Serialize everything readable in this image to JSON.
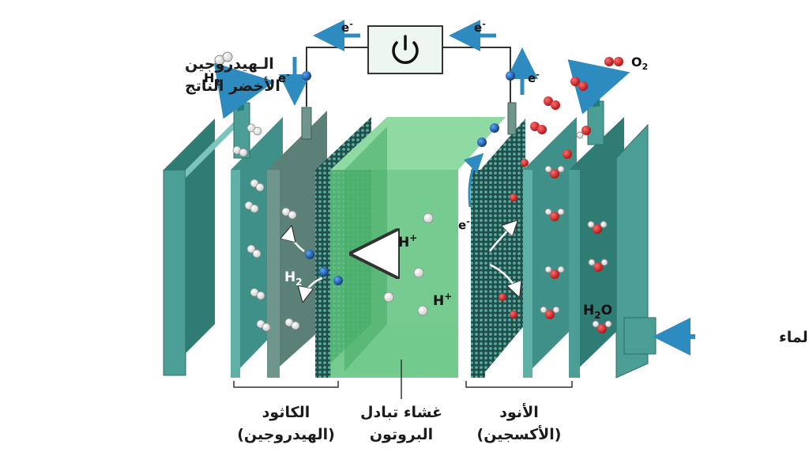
{
  "labels": {
    "product_line1": "الـهيدروجين",
    "product_line2": "الأخضر الناتج",
    "cathode_line1": "الكاثود",
    "cathode_line2": "(الهيدروجين)",
    "membrane_line1": "غشاء تبادل",
    "membrane_line2": "البروتون",
    "anode_line1": "الأنود",
    "anode_line2": "(الأكسجين)",
    "water_inlet": "مدخل الماء"
  },
  "symbols": {
    "electron": "e",
    "electron_charge": "-",
    "proton": "H",
    "proton_charge": "+",
    "hydrogen": "H",
    "hydrogen_sub": "2",
    "oxygen": "O",
    "oxygen_sub": "2",
    "water_h": "H",
    "water_sub": "2",
    "water_o": "O"
  },
  "icons": {
    "power": "power-icon"
  },
  "colors": {
    "plate": "#4a9e95",
    "plate_dark": "#2f7c74",
    "plate_light": "#7cc4bb",
    "electrode": "#5a8c80",
    "catalyst": "#2c6b63",
    "membrane": "#5ec27c",
    "membrane_light": "#8fd9a3",
    "arrow": "#2e8bc0",
    "electron": "#1f5ea8",
    "oxygen_atom": "#d42b2b",
    "hydrogen_atom": "#ffffff"
  }
}
